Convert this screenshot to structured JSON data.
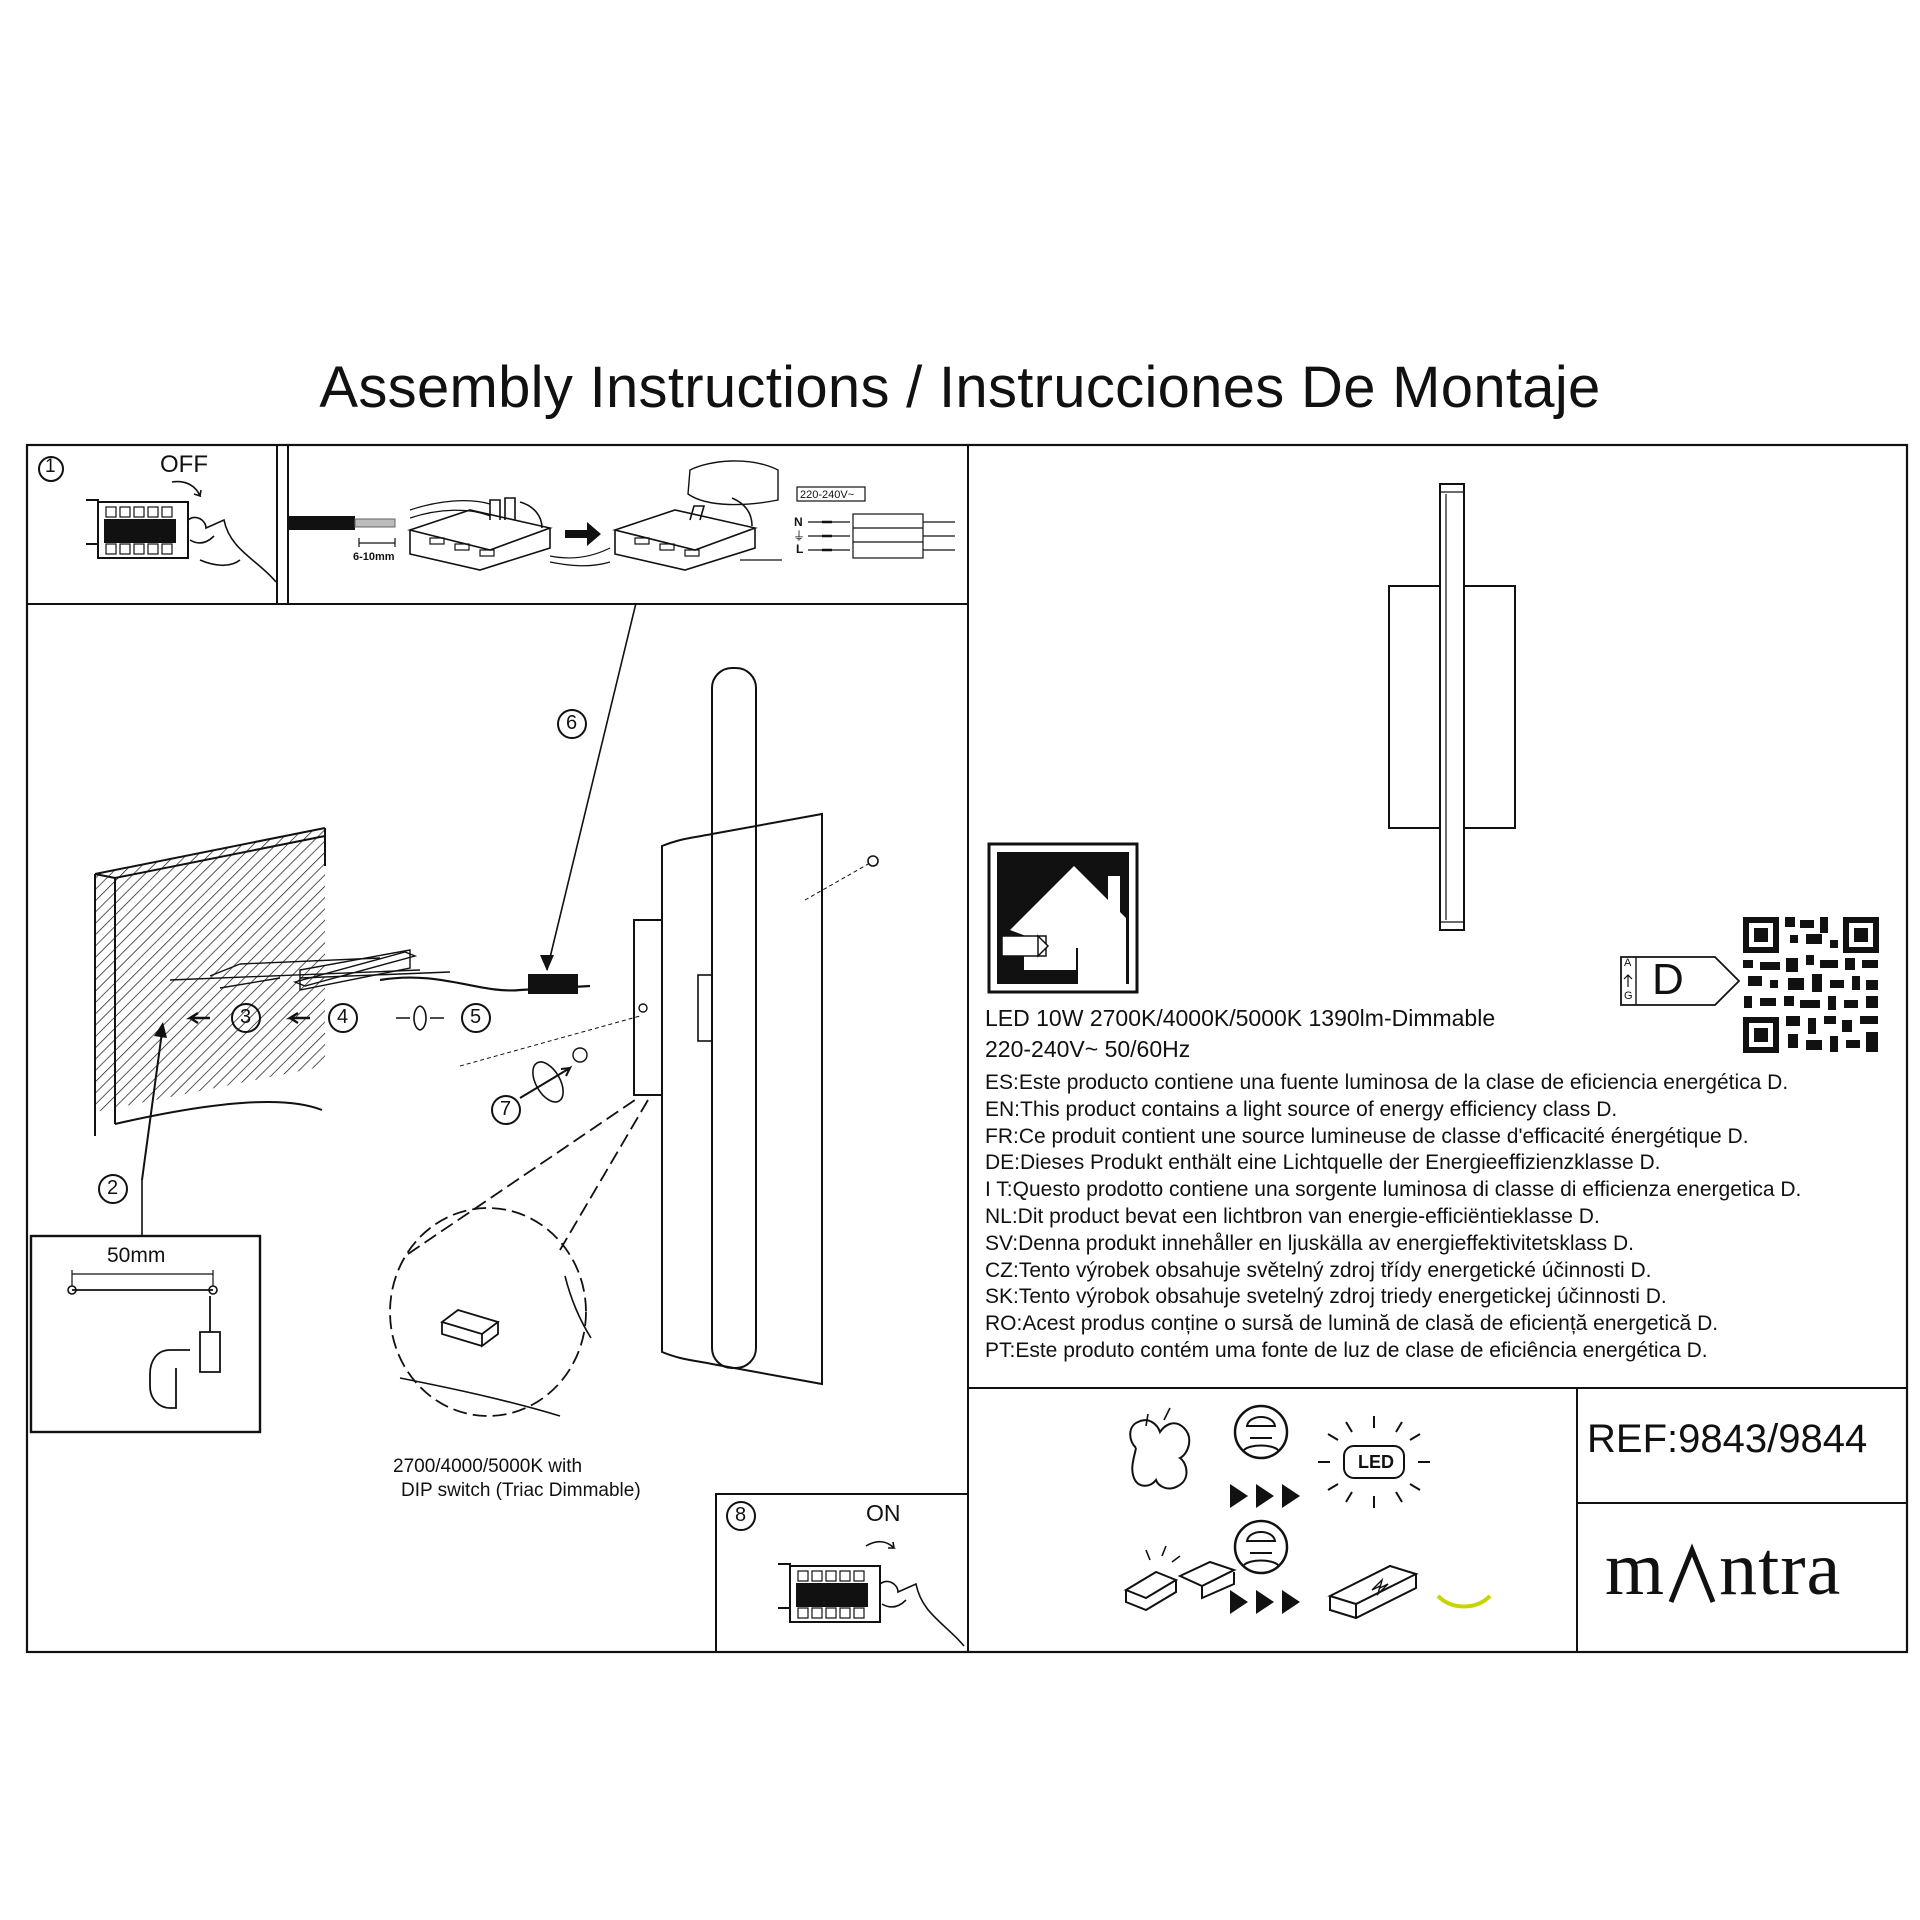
{
  "title": "Assembly Instructions / Instrucciones De Montaje",
  "steps": {
    "s1": "1",
    "s2": "2",
    "s3": "3",
    "s4": "4",
    "s5": "5",
    "s6": "6",
    "s7": "7",
    "s8": "8"
  },
  "step1_label": "OFF",
  "step8_label": "ON",
  "strip_length": "6-10mm",
  "voltage_tag": "220-240V~",
  "terminals": [
    "N",
    "⏚",
    "L"
  ],
  "drill_spacing": "50mm",
  "dip_note": [
    "2700/4000/5000K with",
    "DIP switch (Triac Dimmable)"
  ],
  "energy_label": {
    "scale": [
      "A",
      "G"
    ],
    "class": "D"
  },
  "spec_lines": [
    "LED 10W 2700K/4000K/5000K 1390lm-Dimmable",
    "220-240V~ 50/60Hz"
  ],
  "energy_statements": [
    "ES:Este producto contiene una fuente luminosa de la clase de eficiencia energética D.",
    "EN:This product contains a light source of energy efficiency class D.",
    "FR:Ce produit contient une source lumineuse de classe d'efficacité énergétique D.",
    "DE:Dieses Produkt enthält eine Lichtquelle der Energieeffizienzklasse D.",
    "I T:Questo prodotto contiene una sorgente luminosa di classe di efficienza energetica D.",
    "NL:Dit product bevat een lichtbron van energie-efficiëntieklasse D.",
    "SV:Denna produkt innehåller en ljuskälla av energieffektivitetsklass D.",
    "CZ:Tento výrobek obsahuje světelný zdroj třídy energetické účinnosti D.",
    "SK:Tento výrobok obsahuje svetelný zdroj triedy energetickej účinnosti D.",
    "RO:Acest produs conține o sursă de lumină de clasă de eficiență energetică D.",
    "PT:Este produto contém uma fonte de luz de clase de eficiência energética D."
  ],
  "led_badge": "LED",
  "ref": "REF:9843/9844",
  "brand": {
    "left": "m",
    "right": "ntra",
    "accent_color": "#c8d400"
  },
  "colors": {
    "line": "#111111",
    "background": "#ffffff"
  },
  "icons": [
    "hand-switch-icon",
    "wago-connector-icon",
    "drill-icon",
    "indoor-use-icon",
    "qr-code-icon",
    "broken-led-icon",
    "technician-icon",
    "led-sun-icon",
    "driver-box-icon"
  ]
}
